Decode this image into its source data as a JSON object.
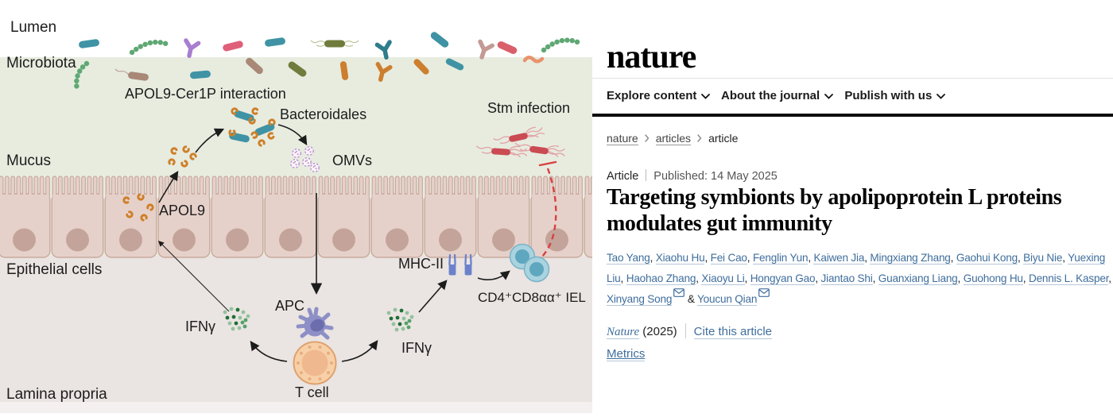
{
  "figure": {
    "region_labels": {
      "lumen": "Lumen",
      "microbiota": "Microbiota",
      "mucus": "Mucus",
      "epithelial": "Epithelial cells",
      "lamina": "Lamina propria"
    },
    "annotations": {
      "apol9_cer1p": "APOL9-Cer1P interaction",
      "bacteroidales": "Bacteroidales",
      "omvs": "OMVs",
      "apol9": "APOL9",
      "stm": "Stm infection",
      "mhc2": "MHC-II",
      "iel": "CD4⁺CD8αα⁺ IEL",
      "apc": "APC",
      "ifng_left": "IFNγ",
      "ifng_right": "IFNγ",
      "tcell": "T cell"
    },
    "colors": {
      "mucus_green": "#e7ecdf",
      "lamina": "#eae4e2",
      "cell_fill": "#e6d1ca",
      "cell_border": "#c9a99e",
      "nucleus": "#c4a49a",
      "teal_bacteria": "#3f93a4",
      "orange_apol9": "#cf7f28",
      "red_stm": "#cb4b53",
      "apc_purple": "#8d8fc6",
      "tcell_orange": "#f7d0a7",
      "iel_blue": "#a9d3df",
      "red_dash": "#d84040"
    }
  },
  "site": {
    "logo": "nature",
    "nav": [
      "Explore content",
      "About the journal",
      "Publish with us"
    ]
  },
  "breadcrumb": [
    "nature",
    "articles",
    "article"
  ],
  "article": {
    "type_label": "Article",
    "published": "Published: 14 May 2025",
    "title_lines": [
      "Targeting symbionts by apolipoprotein L proteins",
      "modulates gut immunity"
    ],
    "authors": [
      {
        "name": "Tao Yang"
      },
      {
        "name": "Xiaohu Hu"
      },
      {
        "name": "Fei Cao"
      },
      {
        "name": "Fenglin Yun"
      },
      {
        "name": "Kaiwen Jia"
      },
      {
        "name": "Mingxiang Zhang"
      },
      {
        "name": "Gaohui Kong"
      },
      {
        "name": "Biyu Nie"
      },
      {
        "name": "Yuexing Liu"
      },
      {
        "name": "Haohao Zhang"
      },
      {
        "name": "Xiaoyu Li"
      },
      {
        "name": "Hongyan Gao"
      },
      {
        "name": "Jiantao Shi"
      },
      {
        "name": "Guanxiang Liang"
      },
      {
        "name": "Guohong Hu"
      },
      {
        "name": "Dennis L. Kasper"
      },
      {
        "name": "Xinyang Song",
        "email": true
      },
      {
        "name": "Youcun Qian",
        "email": true
      }
    ],
    "journal_ref": {
      "name": "Nature",
      "year": "(2025)",
      "cite": "Cite this article"
    },
    "metrics": "Metrics"
  }
}
